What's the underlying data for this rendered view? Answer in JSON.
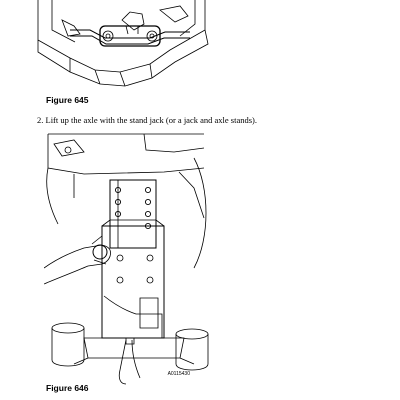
{
  "figures": [
    {
      "caption": "Figure 645"
    },
    {
      "caption": "Figure 646",
      "image_id": "A0115430"
    }
  ],
  "steps": [
    {
      "number": "2.",
      "text": "Lift up the axle with the stand jack (or a jack and axle stands)."
    }
  ]
}
